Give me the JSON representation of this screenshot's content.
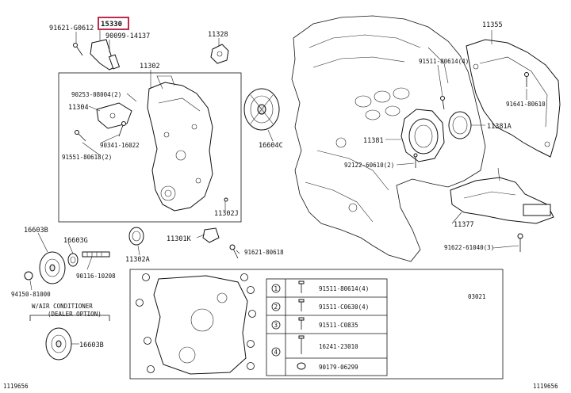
{
  "diagram": {
    "highlighted_part": "15330",
    "labels": {
      "p91621_g0612": "91621-G0612",
      "p15330": "15330",
      "p90099_14137": "90099-14137",
      "p11328": "11328",
      "p11355": "11355",
      "p11302": "11302",
      "p90253_08004": "90253-08004(2)",
      "p11304": "11304",
      "p90341_16022": "90341-16022",
      "p91551_80618": "91551-80618(2)",
      "p16604c": "16604C",
      "p91511_80614_top": "91511-80614(4)",
      "p91641_80610": "91641-80610",
      "p11381a": "11381A",
      "p11381": "11381",
      "p92122_60610": "92122-60610(2)",
      "p11302j": "11302J",
      "p11377": "11377",
      "p16603b_top": "16603B",
      "p16603g": "16603G",
      "p11301k": "11301K",
      "p91621_80618": "91621-80618",
      "p91622_61040": "91622-61040(3)",
      "p90116_10208": "90116-10208",
      "p11302a": "11302A",
      "p94150_81000": "94150-81000",
      "air_cond_note": "W/AIR CONDITIONER",
      "dealer_option": "(DEALER OPTION)",
      "p16603b_bottom": "16603B",
      "p03021": "03021",
      "code_left": "1119656",
      "code_right": "1119656"
    },
    "legend": [
      {
        "mark": "1",
        "part": "91511-80614(4)"
      },
      {
        "mark": "2",
        "part": "91511-C0630(4)"
      },
      {
        "mark": "3",
        "part": "91511-C0835"
      },
      {
        "mark": "4",
        "part": "16241-23010"
      },
      {
        "mark": "",
        "part": "90179-06299"
      }
    ]
  }
}
